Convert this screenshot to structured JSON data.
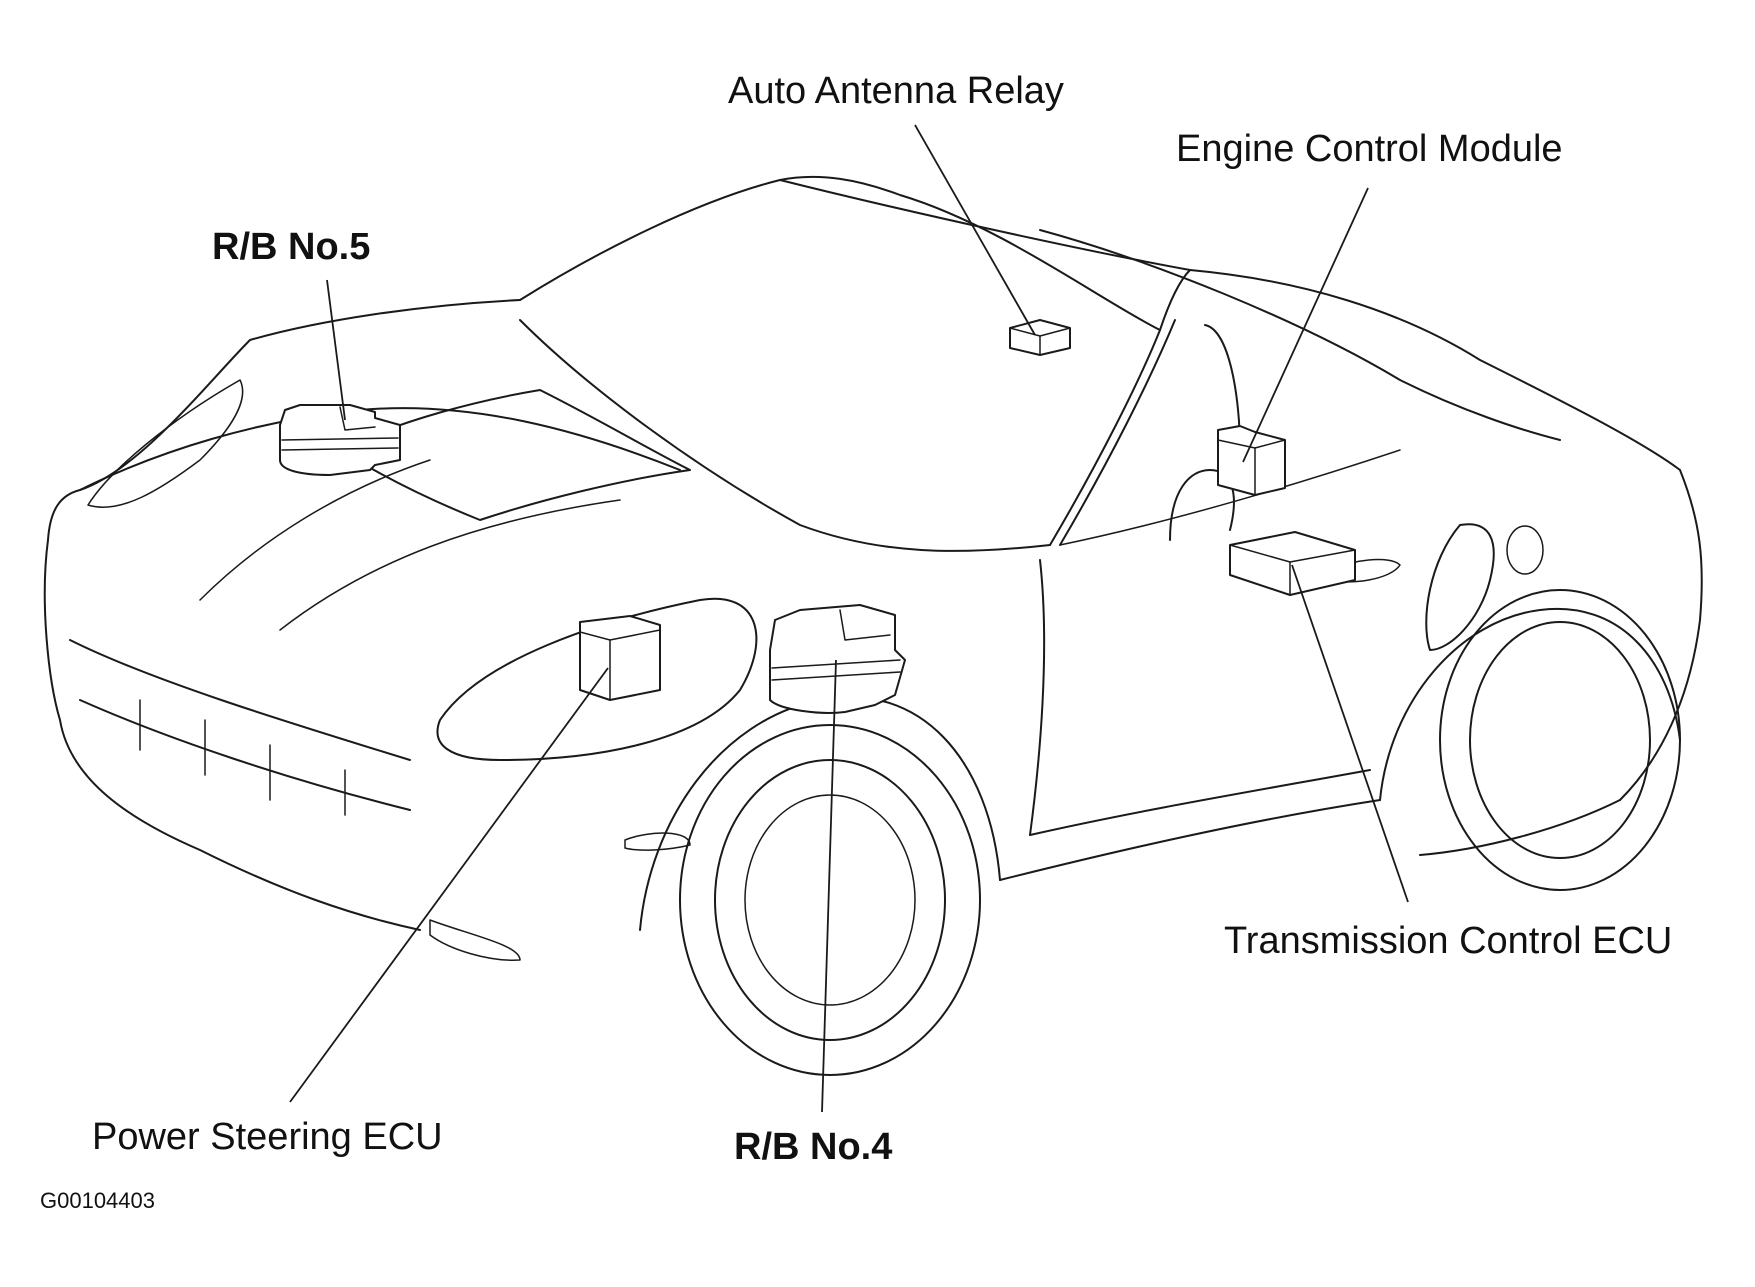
{
  "labels": {
    "auto_antenna_relay": "Auto Antenna Relay",
    "engine_control_module": "Engine Control Module",
    "rb_no5": "R/B No.5",
    "transmission_control_ecu": "Transmission Control ECU",
    "power_steering_ecu": "Power Steering ECU",
    "rb_no4": "R/B No.4",
    "figure_code": "G00104403"
  }
}
